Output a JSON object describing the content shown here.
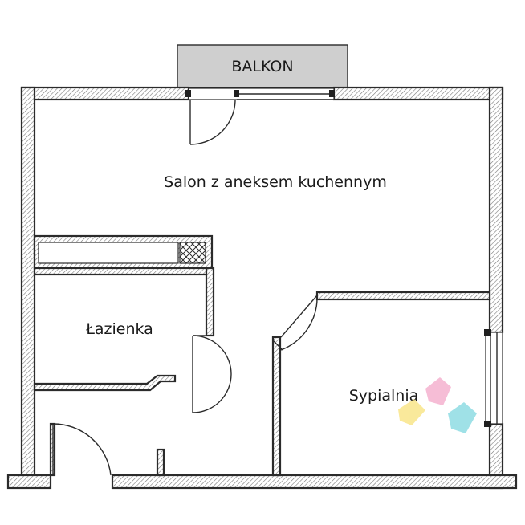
{
  "plan": {
    "rooms": [
      {
        "key": "balcony",
        "label": "BALKON"
      },
      {
        "key": "living",
        "label": "Salon z aneksem kuchennym"
      },
      {
        "key": "bathroom",
        "label": "Łazienka"
      },
      {
        "key": "bedroom",
        "label": "Sypialnia"
      }
    ],
    "colors": {
      "wall_stroke": "#2b2b2b",
      "hatch": "#7a7a7a",
      "balcony_fill": "#cfcfcf",
      "watermark": [
        "#f4a7c9",
        "#f8e27a",
        "#7fd8e0"
      ]
    }
  }
}
